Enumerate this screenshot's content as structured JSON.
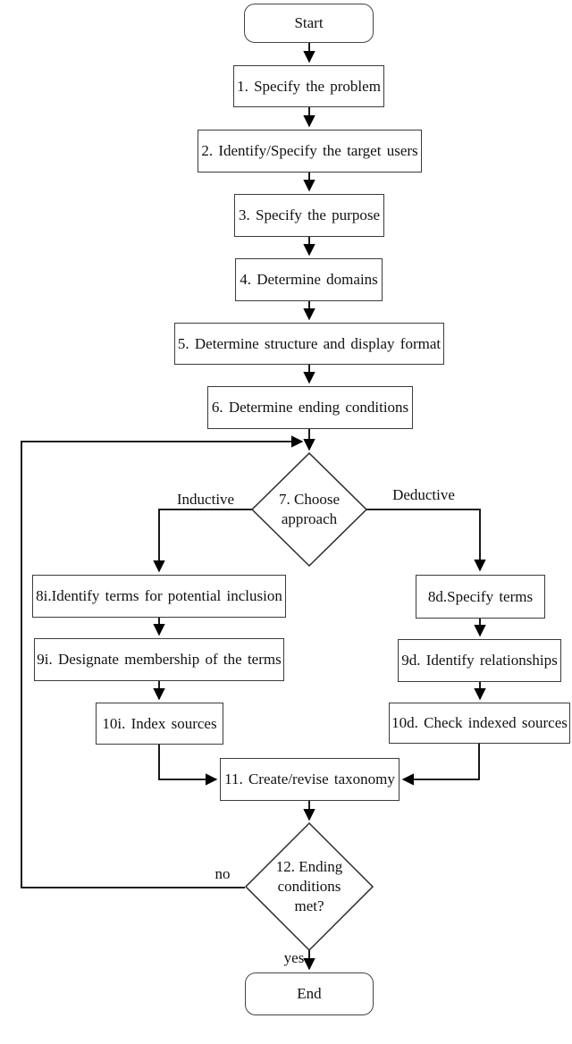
{
  "nodes": {
    "start": "Start",
    "step1": "1. Specify the problem",
    "step2": "2. Identify/Specify the target users",
    "step3": "3. Specify the purpose",
    "step4": "4. Determine domains",
    "step5": "5. Determine structure and display format",
    "step6": "6. Determine ending conditions",
    "step7": "7. Choose approach",
    "step8i": "8i.Identify terms for potential inclusion",
    "step9i": "9i. Designate membership of the terms",
    "step10i": "10i. Index sources",
    "step8d": "8d.Specify terms",
    "step9d": "9d. Identify relationships",
    "step10d": "10d. Check indexed sources",
    "step11": "11. Create/revise taxonomy",
    "step12": "12. Ending conditions met?",
    "end": "End"
  },
  "edge_labels": {
    "inductive": "Inductive",
    "deductive": "Deductive",
    "no": "no",
    "yes": "yes"
  },
  "colors": {
    "line": "#000000",
    "box_border": "#3c3c3c",
    "background": "#ffffff",
    "text": "#111111"
  }
}
